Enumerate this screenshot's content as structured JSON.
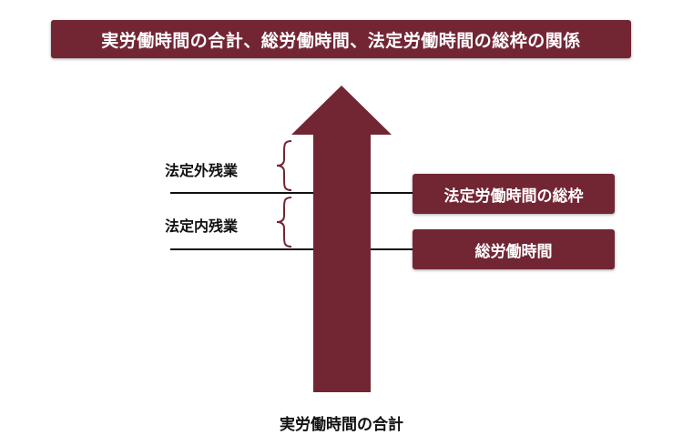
{
  "title": "実労働時間の合計、総労働時間、法定労働時間の総枠の関係",
  "labels": {
    "overtime_outside": "法定外残業",
    "overtime_inside": "法定内残業",
    "statutory_total_frame": "法定労働時間の総枠",
    "total_working_hours": "総労働時間",
    "actual_working_total": "実労働時間の合計"
  },
  "colors": {
    "accent": "#722634",
    "text": "#111111",
    "background": "#ffffff"
  }
}
